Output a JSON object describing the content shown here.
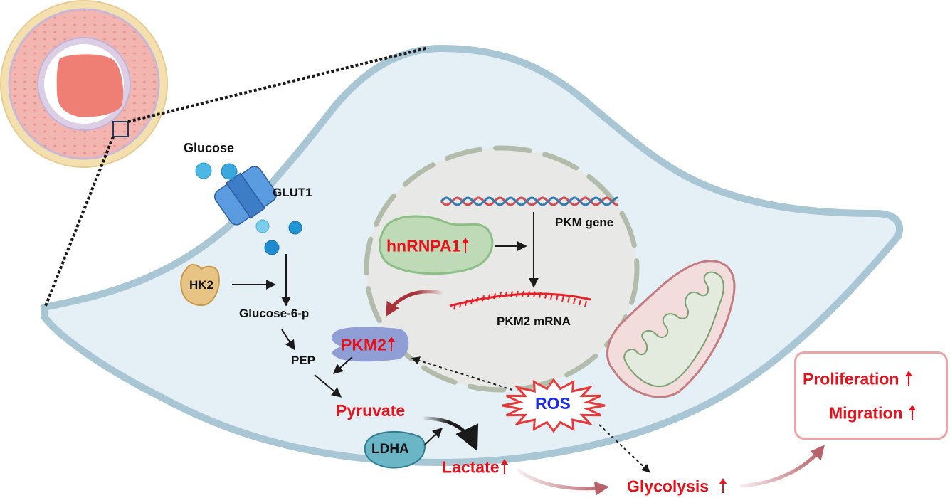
{
  "diagram": {
    "title": "hnRNPA1-PKM2 glycolysis pathway in vascular cell",
    "labels": {
      "glucose": "Glucose",
      "glut1": "GLUT1",
      "hk2": "HK2",
      "glucose6p": "Glucose-6-p",
      "pep": "PEP",
      "pkm2": "PKM2",
      "pyruvate": "Pyruvate",
      "ldha": "LDHA",
      "lactate": "Lactate",
      "ros": "ROS",
      "glycolysis": "Glycolysis",
      "hnrnpa1": "hnRNPA1",
      "pkm_gene": "PKM gene",
      "pkm2_mrna": "PKM2 mRNA",
      "proliferation": "Proliferation",
      "migration": "Migration"
    },
    "upregulated": [
      "PKM2",
      "Lactate",
      "Glycolysis",
      "hnRNPA1",
      "Proliferation",
      "Migration"
    ],
    "icons": [
      "blood-vessel-cross-section",
      "cell-membrane",
      "nucleus",
      "dna-helix",
      "mrna-strand",
      "mitochondrion",
      "glut1-transporter",
      "glucose-molecule",
      "hk2-enzyme",
      "pkm2-enzyme",
      "ldha-enzyme",
      "hnrnpa1-protein",
      "ros-burst",
      "up-arrow"
    ],
    "colors": {
      "cell_fill": "#e5eff6",
      "membrane": "#a9c6d5",
      "nucleus_fill": "#e8e8e6",
      "nucleus_border": "#b3bcaa",
      "highlight_red": "#e8101a",
      "ros_blue": "#1c2bf0",
      "outcome_border": "#eda4a4"
    }
  }
}
